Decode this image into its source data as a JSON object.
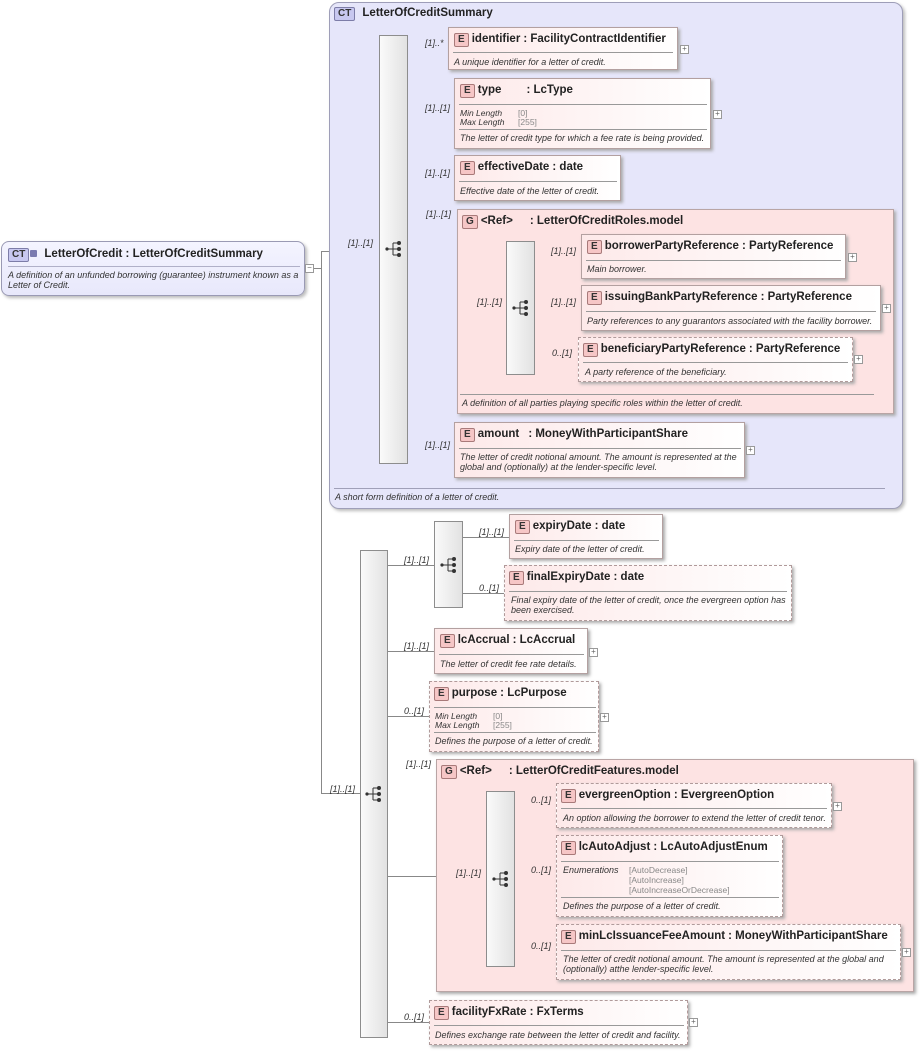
{
  "root": {
    "badge": "CT",
    "title": "LetterOfCredit : LetterOfCreditSummary",
    "doc": "A definition of an unfunded borrowing (guarantee) instrument known as a Letter of Credit."
  },
  "summary": {
    "badge": "CT",
    "title": "LetterOfCreditSummary",
    "doc": "A short form definition of a letter of credit."
  },
  "labels": {
    "min_length": "Min Length",
    "max_length": "Max Length",
    "enumerations": "Enumerations",
    "facet_min": "[0]",
    "facet_max": "[255]"
  },
  "elements": {
    "identifier": {
      "badge": "E",
      "name": "identifier",
      "type": ": FacilityContractIdentifier",
      "doc": "A unique identifier for a letter of credit.",
      "card": "[1]..*"
    },
    "type": {
      "badge": "E",
      "name": "type",
      "type": ": LcType",
      "doc": "The letter of credit type for which a fee rate is being provided.",
      "card": "[1]..[1]"
    },
    "effectiveDate": {
      "badge": "E",
      "name": "effectiveDate",
      "type": ": date",
      "doc": "Effective date of the letter of credit.",
      "card": "[1]..[1]"
    },
    "rolesGroup": {
      "badge": "G",
      "name": "<Ref>",
      "type": ": LetterOfCreditRoles.model",
      "doc": "A definition of all parties playing specific roles within the letter of credit.",
      "card": "[1]..[1]",
      "seq_card": "[1]..[1]"
    },
    "borrower": {
      "badge": "E",
      "name": "borrowerPartyReference",
      "type": ": PartyReference",
      "doc": "Main borrower.",
      "card": "[1]..[1]"
    },
    "issuingBank": {
      "badge": "E",
      "name": "issuingBankPartyReference",
      "type": ": PartyReference",
      "doc": "Party references to any guarantors associated with the facility borrower.",
      "card": "[1]..[1]"
    },
    "beneficiary": {
      "badge": "E",
      "name": "beneficiaryPartyReference",
      "type": ": PartyReference",
      "doc": "A party reference of the beneficiary.",
      "card": "0..[1]"
    },
    "amount": {
      "badge": "E",
      "name": "amount",
      "type": ": MoneyWithParticipantShare",
      "doc": "The letter of credit notional amount. The amount is represented at the global and (optionally) at the lender-specific level.",
      "card": "[1]..[1]"
    },
    "expiryDate": {
      "badge": "E",
      "name": "expiryDate",
      "type": ": date",
      "doc": "Expiry date of the letter of credit.",
      "card": "[1]..[1]"
    },
    "finalExpiryDate": {
      "badge": "E",
      "name": "finalExpiryDate",
      "type": ": date",
      "doc": "Final expiry date of the letter of credit, once the evergreen option has been exercised.",
      "card": "0..[1]"
    },
    "lcAccrual": {
      "badge": "E",
      "name": "lcAccrual",
      "type": ": LcAccrual",
      "doc": "The letter of credit fee rate details.",
      "card": "[1]..[1]"
    },
    "purpose": {
      "badge": "E",
      "name": "purpose",
      "type": ": LcPurpose",
      "doc": "Defines the purpose of a letter of credit.",
      "card": "0..[1]"
    },
    "featuresGroup": {
      "badge": "G",
      "name": "<Ref>",
      "type": ": LetterOfCreditFeatures.model",
      "card": "[1]..[1]",
      "seq_card": "[1]..[1]"
    },
    "evergreen": {
      "badge": "E",
      "name": "evergreenOption",
      "type": ": EvergreenOption",
      "doc": "An option allowing the borrower to extend the letter of credit tenor.",
      "card": "0..[1]"
    },
    "lcAutoAdjust": {
      "badge": "E",
      "name": "lcAutoAdjust",
      "type": ": LcAutoAdjustEnum",
      "doc": "Defines the purpose of a letter of credit.",
      "card": "0..[1]",
      "enums": [
        "[AutoDecrease]",
        "[AutoIncrease]",
        "[AutoIncreaseOrDecrease]"
      ]
    },
    "minLcIssuance": {
      "badge": "E",
      "name": "minLcIssuanceFeeAmount",
      "type": ": MoneyWithParticipantShare",
      "doc": "The letter of credit notional amount. The amount is represented at the global and (optionally) atthe lender-specific level.",
      "card": "0..[1]"
    },
    "facilityFxRate": {
      "badge": "E",
      "name": "facilityFxRate",
      "type": ": FxTerms",
      "doc": "Defines exchange rate between the letter of credit and facility.",
      "card": "0..[1]"
    }
  },
  "seq_cards": {
    "summary": "[1]..[1]",
    "main": "[1]..[1]",
    "expiry_choice": "[1]..[1]"
  }
}
